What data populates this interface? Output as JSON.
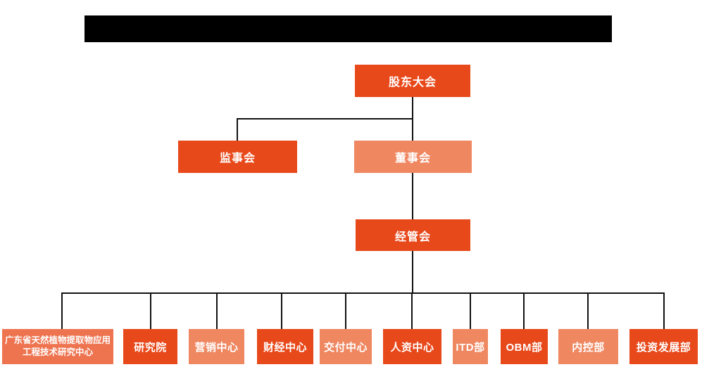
{
  "page": {
    "background": "#ffffff",
    "title_bar": {
      "redacted": true,
      "color": "#000000"
    }
  },
  "colors": {
    "primary_orange": "#E8491B",
    "light_orange": "#EF8761",
    "medium_orange": "#EE7450",
    "connector_line": "#111111",
    "redacted_black": "#000000",
    "text_white": "#ffffff"
  },
  "org_chart": {
    "nodes": {
      "shareholders": {
        "label": "股东大会",
        "color": "#E8491B"
      },
      "supervisory": {
        "label": "监事会",
        "color": "#E8491B"
      },
      "board": {
        "label": "董事会",
        "color": "#EF8761"
      },
      "management": {
        "label": "经管会",
        "color": "#E8491B"
      }
    },
    "departments": [
      {
        "label": "广东省天然植物提取物应用工程技术研究中心",
        "color": "#EE7450"
      },
      {
        "label": "研究院",
        "color": "#E8491B"
      },
      {
        "label": "营销中心",
        "color": "#EF8761"
      },
      {
        "label": "财经中心",
        "color": "#E8491B"
      },
      {
        "label": "交付中心",
        "color": "#EF8761"
      },
      {
        "label": "人资中心",
        "color": "#E8491B"
      },
      {
        "label": "ITD部",
        "color": "#EF8761"
      },
      {
        "label": "OBM部",
        "color": "#E8491B"
      },
      {
        "label": "内控部",
        "color": "#EF8761"
      },
      {
        "label": "投资发展部",
        "color": "#E8491B"
      }
    ]
  }
}
